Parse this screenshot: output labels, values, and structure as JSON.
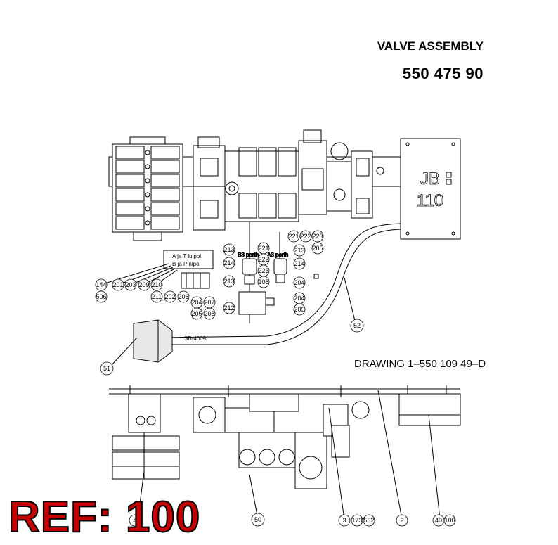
{
  "header": {
    "title": "VALVE ASSEMBLY",
    "part_number": "550 475 90"
  },
  "drawing_ref": "DRAWING  1–550 109 49–D",
  "ref_badge": "REF: 100",
  "jb_label_1": "JB",
  "jb_label_2": "110",
  "port_labels": {
    "row1": "A  ja  T  lulpol",
    "row2": "B  ja  P  nipol",
    "b3": "B3 porth",
    "a3": "A3 porth"
  },
  "callouts": [
    "144",
    "506",
    "201",
    "203",
    "209",
    "210",
    "211",
    "202",
    "206",
    "204",
    "205",
    "207",
    "208",
    "213",
    "214",
    "221",
    "222",
    "223",
    "212",
    "52",
    "51",
    "50",
    "4",
    "3",
    "173",
    "552",
    "2",
    "40",
    "100"
  ]
}
